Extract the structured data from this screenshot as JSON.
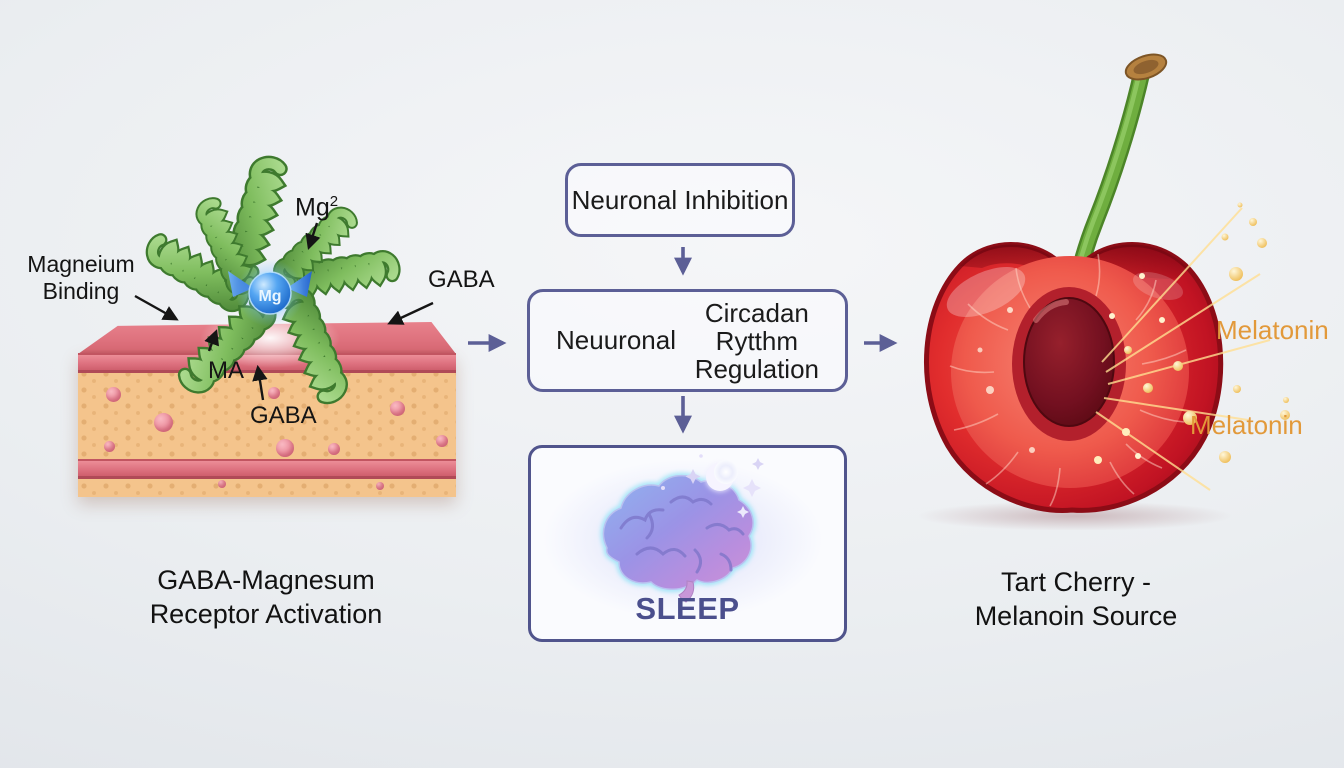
{
  "left_panel": {
    "labels": {
      "magnesium_binding": [
        "Magneium",
        "Binding"
      ],
      "mg_annotation_base": "Mg",
      "mg_annotation_sup": "2",
      "gaba_top": "GABA",
      "ma": "MA",
      "gaba_bottom": "GABA",
      "mg_sphere": "Mg"
    },
    "caption": [
      "GABA-Magnesum",
      "Receptor Activation"
    ]
  },
  "flowchart": {
    "box1_label": "Neuronal Inhibition",
    "box2_left_label": "Neuuronal",
    "box2_right_lines": [
      "Circadan",
      "Rytthm",
      "Regulation"
    ],
    "sleep_label": "SLEEP"
  },
  "right_panel": {
    "melatonin_label_top": "Melatonin",
    "melatonin_label_bottom": "Melatonin",
    "caption": [
      "Tart Cherry -",
      "Melanoin Source"
    ]
  },
  "colors": {
    "flow_border": "#5c5f96",
    "flow_arrow": "#5c5f96",
    "sleep_text": "#4b4f8d",
    "melatonin_text": "#e2993a",
    "annotation_text": "#141414",
    "helix_green": "#6aa64e",
    "mg_ion_blue": "#2f7fd9",
    "cherry_red": "#d31f27",
    "membrane_tan": "#f4c48c",
    "membrane_pink": "#e07b88"
  }
}
